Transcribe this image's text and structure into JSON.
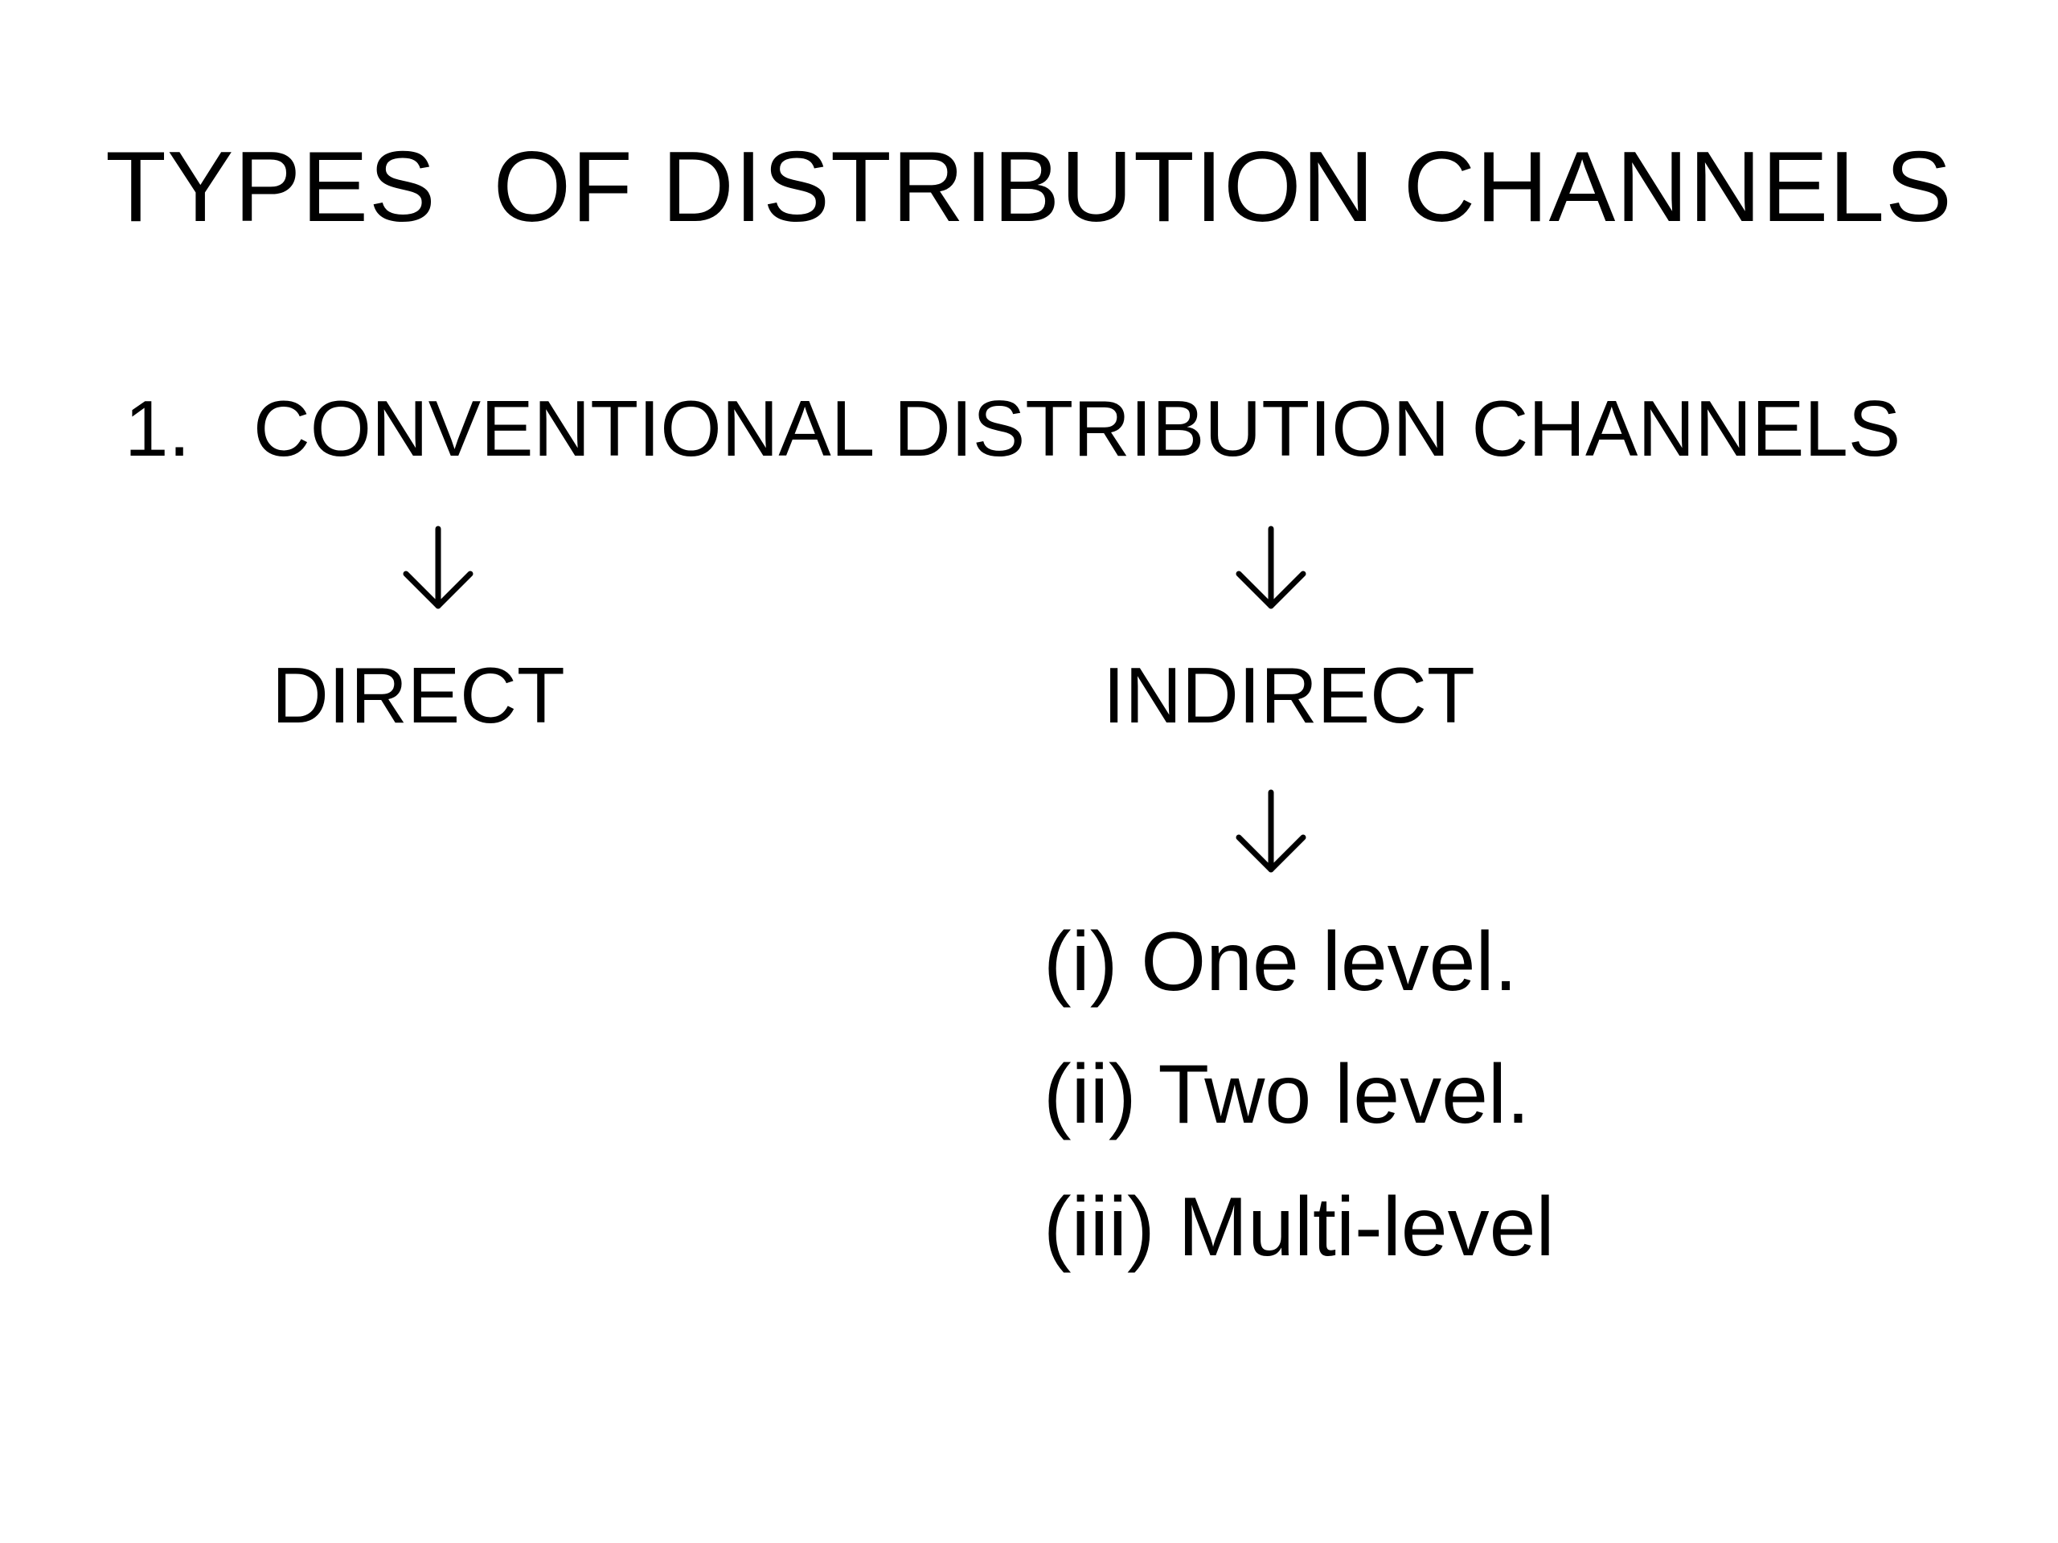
{
  "slide": {
    "title": "TYPES  OF DISTRIBUTION CHANNELS",
    "list_item": {
      "number": "1.",
      "text": "CONVENTIONAL DISTRIBUTION CHANNELS"
    },
    "branches": {
      "direct": "DIRECT",
      "indirect": "INDIRECT"
    },
    "indirect_levels": [
      "(i) One level.",
      "(ii) Two level.",
      "(iii) Multi-level"
    ],
    "icons": {
      "arrow": "down-arrow-icon"
    }
  }
}
